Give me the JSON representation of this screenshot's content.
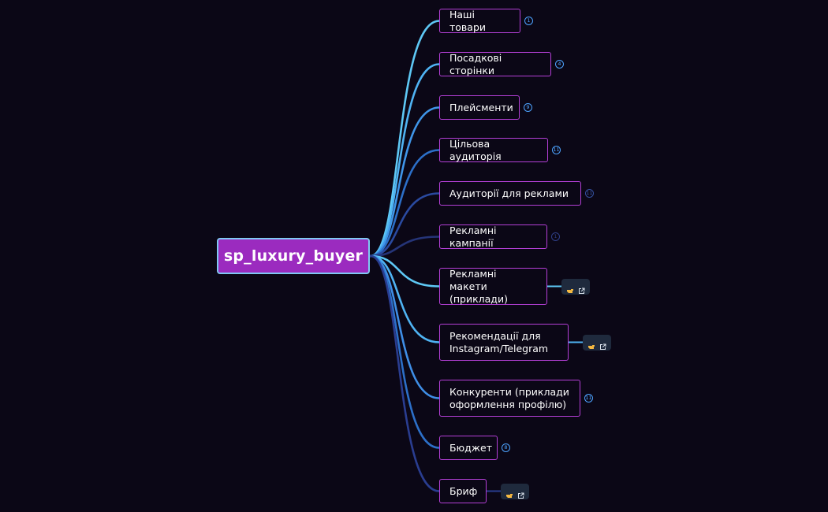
{
  "root": {
    "label": "sp_luxury_buyer"
  },
  "colors": {
    "background": "#0b0716",
    "root_fill": "#9b2bbf",
    "root_border": "#7fc8f2",
    "node_border": "#b43fd6",
    "badge": "#4da3ff",
    "chip_bg": "#1f2a3d"
  },
  "branches": [
    {
      "label": "Наші товари",
      "badge": "1",
      "color": "#5ec8f5",
      "chip": false
    },
    {
      "label": "Посадкові сторінки",
      "badge": "4",
      "color": "#4fb3f3",
      "chip": false
    },
    {
      "label": "Плейсменти",
      "badge": "9",
      "color": "#3f95e8",
      "chip": false
    },
    {
      "label": "Цільова аудиторія",
      "badge": "11",
      "color": "#2c6fc8",
      "chip": false
    },
    {
      "label": "Аудиторії для реклами",
      "badge": "11",
      "color": "#2a4aa0",
      "chip": false
    },
    {
      "label": "Рекламні кампанії",
      "badge": "1",
      "color": "#253478",
      "chip": false
    },
    {
      "label": "Рекламні макети\n(приклади)",
      "badge": "",
      "color": "#5ec8f5",
      "chip": true,
      "chip_icons": [
        "hand-pointing-icon",
        "external-link-icon"
      ]
    },
    {
      "label": "Рекомендації для\nInstagram/Telegram",
      "badge": "",
      "color": "#4fb3f3",
      "chip": true,
      "chip_icons": [
        "hand-pointing-icon",
        "external-link-icon"
      ]
    },
    {
      "label": "Конкуренти (приклади\nоформлення профілю)",
      "badge": "11",
      "color": "#3f8ee6",
      "chip": false
    },
    {
      "label": "Бюджет",
      "badge": "8",
      "color": "#2c6fc8",
      "chip": false
    },
    {
      "label": "Бриф",
      "badge": "",
      "color": "#2a3d90",
      "chip": true,
      "chip_icons": [
        "hand-pointing-icon",
        "external-link-icon"
      ]
    }
  ]
}
